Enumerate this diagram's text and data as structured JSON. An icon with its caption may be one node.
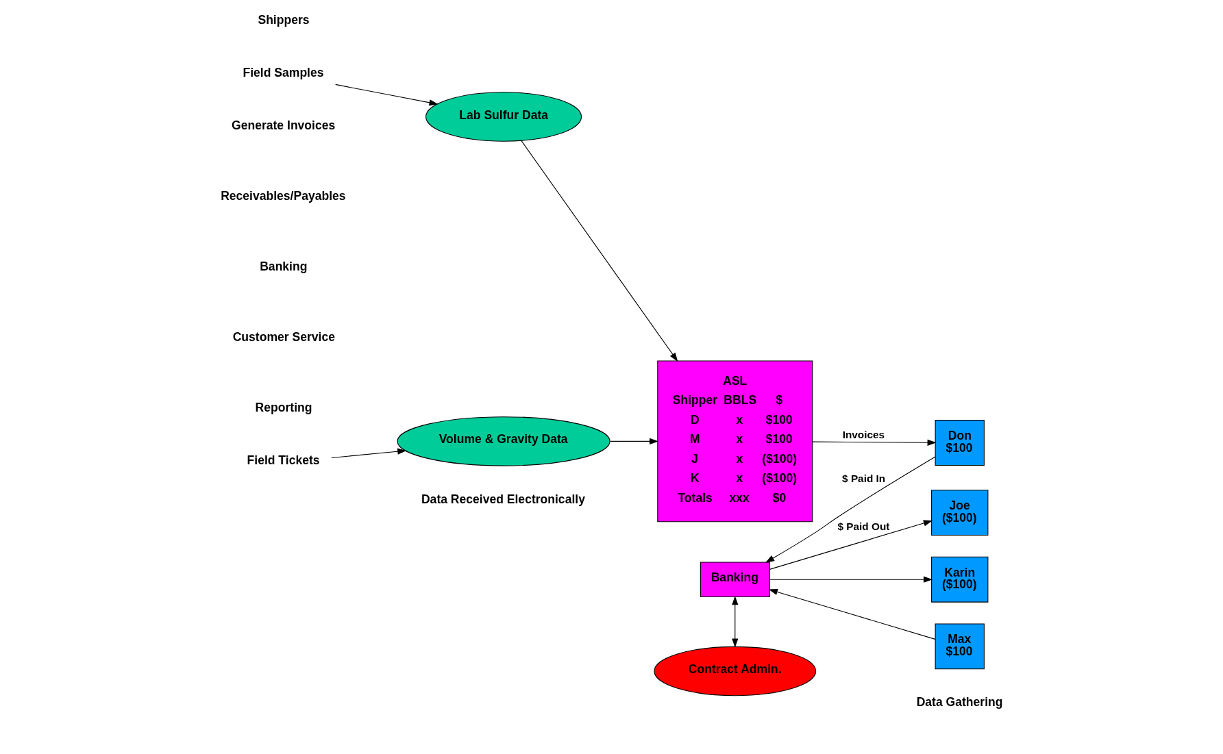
{
  "diagram": {
    "nodes": [
      {
        "text": [
          "Field Samples"
        ]
      },
      {
        "text": [
          "Lab Sulfur Data"
        ]
      },
      {
        "text": [
          "Field Tickets"
        ]
      },
      {
        "text": [
          "Volume & Gravity Data"
        ]
      },
      {
        "text": [
          "ASL",
          "Shipper",
          "BBLS",
          "$",
          "D",
          "x",
          "$100",
          "M",
          "x",
          "$100",
          "J",
          "x",
          "($100)",
          "K",
          "x",
          "($100)",
          "Totals",
          "xxx",
          "$0"
        ]
      },
      {
        "text": [
          "Banking"
        ]
      },
      {
        "text": [
          "Contract Admin."
        ]
      },
      {
        "text": [
          "Don",
          "$100"
        ]
      },
      {
        "text": [
          "Max",
          "$100"
        ]
      },
      {
        "text": [
          "Joe",
          "($100)"
        ]
      },
      {
        "text": [
          "Karin",
          "($100)"
        ]
      }
    ],
    "edges": [
      {
        "from": 0,
        "to": 1,
        "arrow": "to"
      },
      {
        "from": 2,
        "to": 3,
        "arrow": "to"
      },
      {
        "from": 1,
        "to": 4,
        "arrow": "to"
      },
      {
        "from": 3,
        "to": 4,
        "arrow": "to"
      },
      {
        "from": 4,
        "to": 7,
        "arrow": "to",
        "label": "Invoices"
      },
      {
        "from": 7,
        "to": 5,
        "arrow": "to",
        "label": "$ Paid In"
      },
      {
        "from": 8,
        "to": 5,
        "arrow": "to"
      },
      {
        "from": 5,
        "to": 9,
        "arrow": "to",
        "label": "$ Paid Out"
      },
      {
        "from": 5,
        "to": 10,
        "arrow": "to"
      },
      {
        "from": 5,
        "to": 6,
        "arrow": "both"
      }
    ],
    "labels": [
      "Data Received Electronically",
      "Shippers",
      "Data Gathering",
      "Generate Invoices",
      "Receivables/Payables",
      "Banking",
      "Customer Service",
      "Reporting"
    ]
  }
}
